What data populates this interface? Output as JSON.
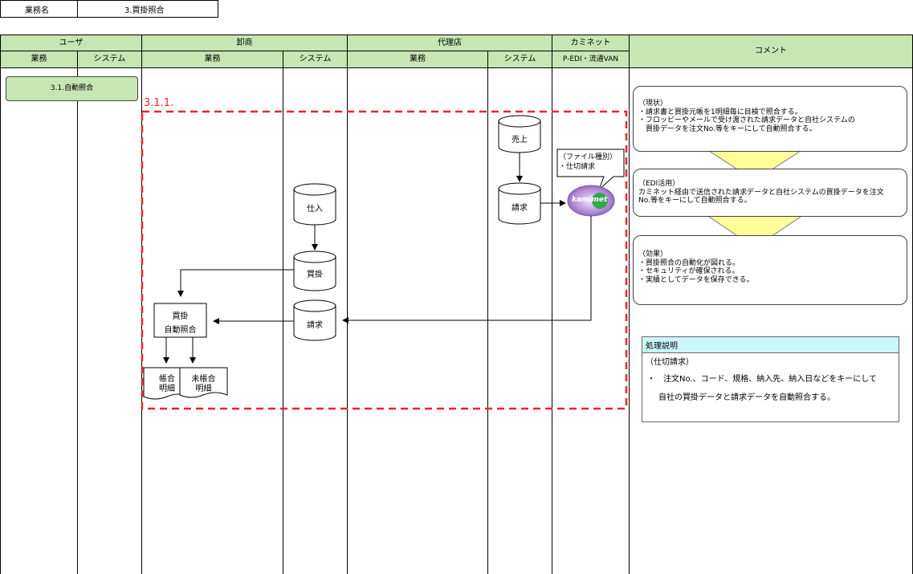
{
  "title_row": {
    "label": "業務名",
    "value": "3.買掛照合"
  },
  "lanes": [
    {
      "name": "ユーザ",
      "sub": [
        "業務",
        "システム"
      ]
    },
    {
      "name": "卸商",
      "sub": [
        "業務",
        "システム"
      ]
    },
    {
      "name": "代理店",
      "sub": [
        "業務",
        "システム"
      ]
    },
    {
      "name": "カミネット",
      "sub": [
        "P-EDI・流通VAN"
      ]
    }
  ],
  "comment_header": "コメント",
  "process_box": "3.1.自動照合",
  "section_label": "3.1.1.",
  "nodes": {
    "uriage": "売上",
    "seikyu_agent": "請求",
    "shiire": "仕入",
    "kaikake": "買掛",
    "seikyu_wholesale": "請求",
    "auto_match_line1": "買掛",
    "auto_match_line2": "自動照合",
    "doc1_line1": "帳合",
    "doc1_line2": "明細",
    "doc2_line1": "未帳合",
    "doc2_line2": "明細",
    "kaminet_logo": "kamimet"
  },
  "callout": {
    "line1": "（ファイル種別）",
    "line2": "・仕切請求"
  },
  "comments": [
    {
      "lines": [
        "（現状）",
        "・請求書と買掛元帳を1明細毎に目検で照合する。",
        "・フロッピーやメールで受け渡された請求データと自社システムの",
        "　買掛データを注文No.等をキーにして自動照合する。"
      ]
    },
    {
      "lines": [
        "（EDI活用）",
        "カミネット経由で送信された請求データと自社システムの買掛データを注文",
        "No.等をキーにして自動照合する。"
      ]
    },
    {
      "lines": [
        "（効果）",
        "・買掛照合の自動化が図れる。",
        "・セキュリティが確保される。",
        "・実績としてデータを保存できる。"
      ]
    }
  ],
  "description": {
    "header": "処理説明",
    "subtitle": "（仕切請求）",
    "line1": "・　注文No.、コード、規格、納入先、納入日などをキーにして",
    "line2": "自社の買掛データと請求データを自動照合する。"
  },
  "colors": {
    "header_green": "#c6e6b4",
    "process_green": "#c6e6b4",
    "dashed_red": "#e8262b",
    "arrow_yellow": "#ffff99",
    "desc_header": "#ccf7fb"
  }
}
